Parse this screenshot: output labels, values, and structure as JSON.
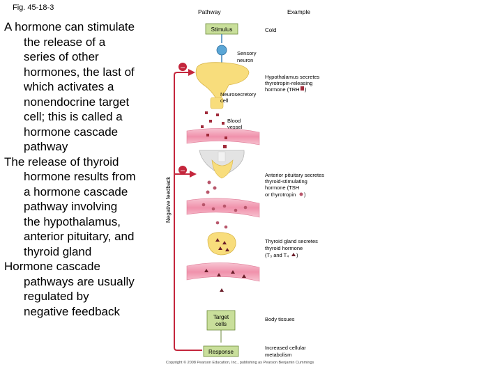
{
  "figure_label": "Fig. 45-18-3",
  "bullets": [
    "A hormone can stimulate the release of a series of other hormones, the last of which activates a nonendocrine target cell; this is called a hormone cascade pathway",
    "The release of thyroid hormone results from a hormone cascade pathway involving the hypothalamus, anterior pituitary, and thyroid gland",
    "Hormone cascade pathways are usually regulated by negative feedback"
  ],
  "diagram": {
    "header_pathway": "Pathway",
    "header_example": "Example",
    "stimulus": "Stimulus",
    "cold": "Cold",
    "sensory_neuron": [
      "Sensory",
      "neuron"
    ],
    "hypothalamus": [
      "Hypothalamus secretes",
      "thyrotropin-releasing",
      "hormone (TRH"
    ],
    "neurosecretory_cell": [
      "Neurosecretory",
      "cell"
    ],
    "blood_vessel": [
      "Blood",
      "vessel"
    ],
    "anterior_pituitary": [
      "Anterior pituitary secretes",
      "thyroid-stimulating",
      "hormone (TSH",
      "or thyrotropin"
    ],
    "thyroid_gland": [
      "Thyroid gland secretes",
      "thyroid hormone",
      "(T₃ and T₄"
    ],
    "target_cells": [
      "Target",
      "cells"
    ],
    "body_tissues": "Body tissues",
    "response": "Response",
    "metabolism": [
      "Increased cellular",
      "metabolism"
    ],
    "negative_feedback": "Negative feedback",
    "minus_sign": "–",
    "close_paren": ")",
    "copyright": "Copyright © 2008 Pearson Education, Inc., publishing as Pearson Benjamin Cummings"
  },
  "colors": {
    "box_fill": "#c9df9b",
    "box_stroke": "#6d8a3b",
    "vessel": "#f4a7bd",
    "feedback": "#c4263c",
    "gland": "#f8dd7c",
    "neuron": "#5aa6d6"
  }
}
